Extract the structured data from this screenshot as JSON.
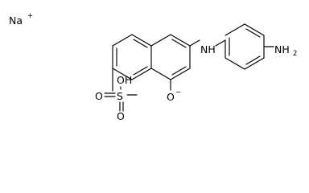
{
  "counterion": {
    "symbol": "Na",
    "charge": "+"
  },
  "labels": {
    "nh": "NH",
    "nh2_n": "NH",
    "nh2_sub": "2",
    "oh": "OH",
    "o_top": "O",
    "o_left": "O",
    "s": "S",
    "o_minus": "O",
    "o_minus_charge": "−"
  }
}
